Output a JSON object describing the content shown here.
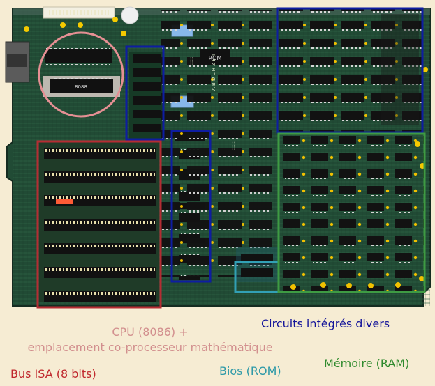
{
  "annotations": {
    "cpu": {
      "line1": "CPU (8086) +",
      "line2": "emplacement co-processeur mathématique",
      "color": "#d28f8e"
    },
    "circuits": {
      "text": "Circuits intégrés divers",
      "color": "#14149a"
    },
    "bus": {
      "text": "Bus ISA (8 bits)",
      "color": "#c0282d"
    },
    "bios": {
      "text": "Bios (ROM)",
      "color": "#2f9aa8"
    },
    "memoire": {
      "text": "Mémoire (RAM)",
      "color": "#2f8a2d"
    }
  },
  "board_text": {
    "chip_label": "8088",
    "rom_marking": "ROM",
    "diagonal": "A B D L H Z E T"
  },
  "colors": {
    "page_background": "#f6ecd3",
    "board_green": "#214b35",
    "chip_black": "#171717"
  }
}
